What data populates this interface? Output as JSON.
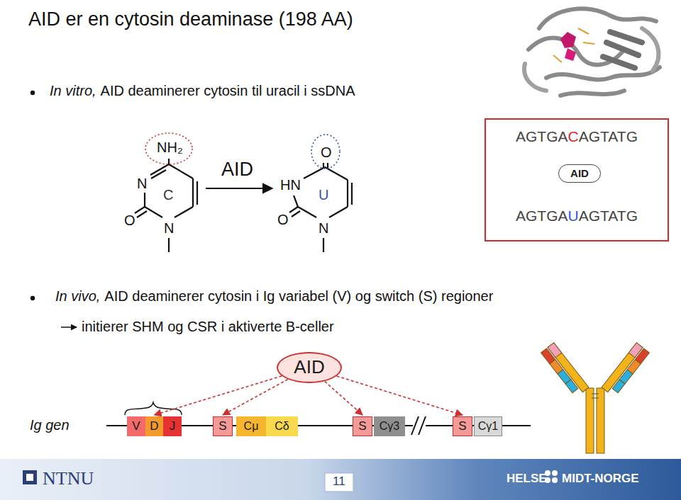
{
  "diagram": {
    "title": "AID er en cytosin deaminase (198 AA)",
    "nodes": [
      {
        "text": [
          "AGTGACAGTATG",
          "AGTGAUAGTATG"
        ]
      },
      {
        "text": [
          "AID"
        ],
        "in": 0
      },
      {
        "text": [
          "AID"
        ]
      },
      {
        "text": [
          "V"
        ]
      },
      {
        "text": [
          "D"
        ]
      },
      {
        "text": [
          "J"
        ]
      },
      {
        "text": [
          "S"
        ]
      },
      {
        "text": [
          "Cμ"
        ]
      },
      {
        "text": [
          "Cδ"
        ]
      },
      {
        "text": [
          "S"
        ]
      },
      {
        "text": [
          "Cγ3"
        ]
      },
      {
        "text": [
          "S"
        ]
      },
      {
        "text": [
          "Cγ1"
        ]
      }
    ],
    "edges": [
      {
        "from": 2,
        "to": 4,
        "arrow": "to"
      },
      {
        "from": 2,
        "to": 6,
        "arrow": "to"
      },
      {
        "from": 2,
        "to": 9,
        "arrow": "to"
      },
      {
        "from": 2,
        "to": 11,
        "arrow": "to"
      }
    ],
    "labels": [
      "In vitro,",
      "AID deaminerer cytosin til uracil i ssDNA",
      "NH₂",
      "N",
      "C",
      "O",
      "N",
      "AID",
      "O",
      "HN",
      "U",
      "O",
      "N",
      "In vivo,",
      "AID deaminerer cytosin i Ig variabel (V) og switch (S) regioner",
      "initierer SHM og CSR i aktiverte B-celler",
      "Ig gen",
      "NTNU",
      "11",
      "HELSE",
      "MIDT-NORGE"
    ]
  }
}
